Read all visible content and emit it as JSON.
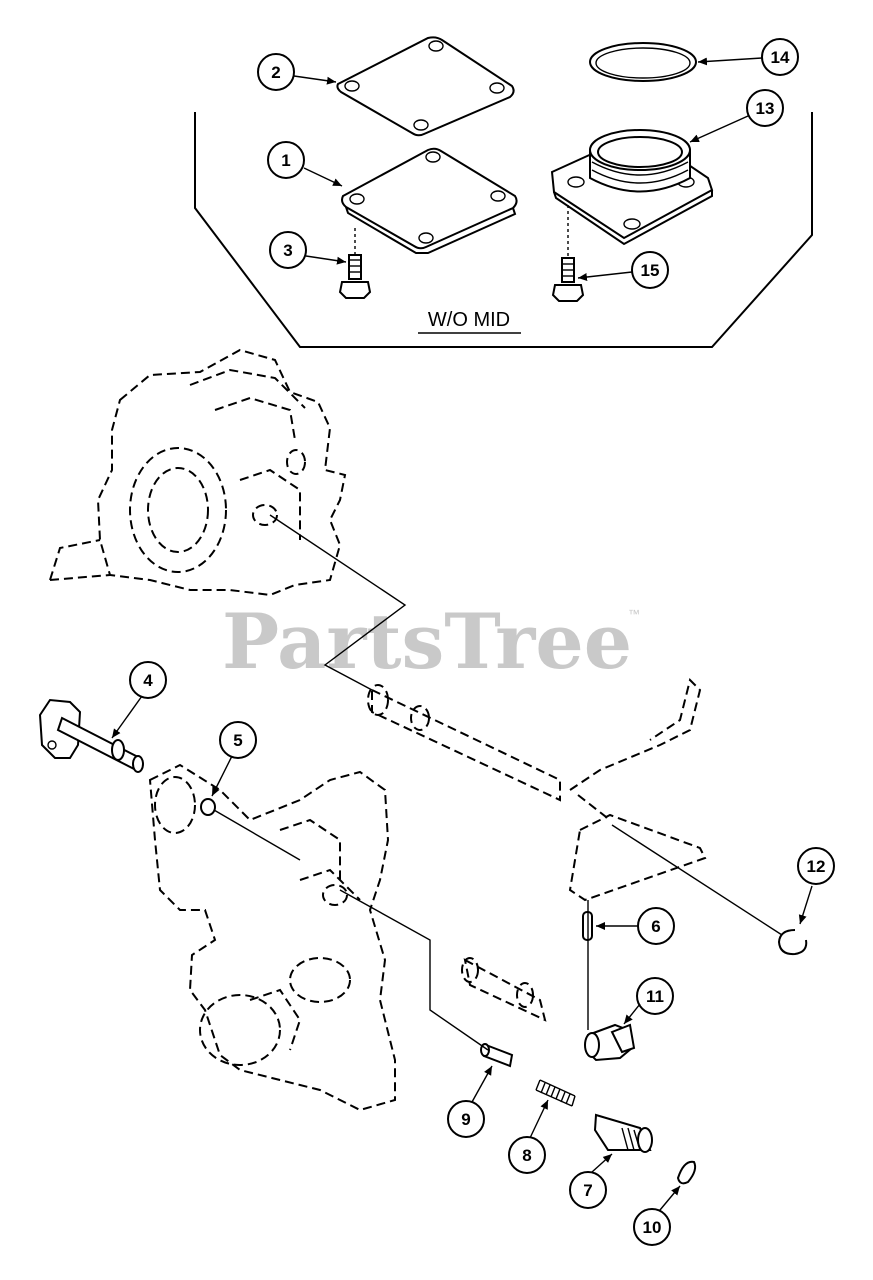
{
  "watermark": {
    "text": "PartsTree",
    "trademark": "™"
  },
  "inset": {
    "label": "W/O MID"
  },
  "callouts": [
    {
      "id": "1",
      "label": "1"
    },
    {
      "id": "2",
      "label": "2"
    },
    {
      "id": "3",
      "label": "3"
    },
    {
      "id": "4",
      "label": "4"
    },
    {
      "id": "5",
      "label": "5"
    },
    {
      "id": "6",
      "label": "6"
    },
    {
      "id": "7",
      "label": "7"
    },
    {
      "id": "8",
      "label": "8"
    },
    {
      "id": "9",
      "label": "9"
    },
    {
      "id": "10",
      "label": "10"
    },
    {
      "id": "11",
      "label": "11"
    },
    {
      "id": "12",
      "label": "12"
    },
    {
      "id": "13",
      "label": "13"
    },
    {
      "id": "14",
      "label": "14"
    },
    {
      "id": "15",
      "label": "15"
    }
  ]
}
